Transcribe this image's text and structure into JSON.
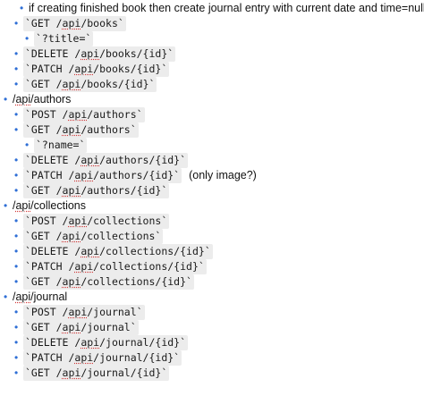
{
  "bullet_char": "•",
  "colors": {
    "bullet": "#2f6fd6",
    "code_bg": "#ececec",
    "spell_underline": "#d23a3a"
  },
  "lines": {
    "l0": {
      "text": "if creating finished book then create journal entry with current date and time=null"
    },
    "l1": {
      "code_pre": "`GET    /",
      "code_api": "api",
      "code_post": "/books`"
    },
    "l2": {
      "code": "`?title=`"
    },
    "l3": {
      "code_pre": "`DELETE /",
      "code_api": "api",
      "code_post": "/books/{id}`"
    },
    "l4": {
      "code_pre": "`PATCH  /",
      "code_api": "api",
      "code_post": "/books/{id}`"
    },
    "l5": {
      "code_pre": "`GET    /",
      "code_api": "api",
      "code_post": "/books/{id}`"
    },
    "l6": {
      "text_pre": "/",
      "text_api": "api",
      "text_post": "/authors"
    },
    "l7": {
      "code_pre": "`POST   /",
      "code_api": "api",
      "code_post": "/authors`"
    },
    "l8": {
      "code_pre": "`GET    /",
      "code_api": "api",
      "code_post": "/authors`"
    },
    "l9": {
      "code": "`?name=`"
    },
    "l10": {
      "code_pre": "`DELETE /",
      "code_api": "api",
      "code_post": "/authors/{id}`"
    },
    "l11": {
      "code_pre": "`PATCH  /",
      "code_api": "api",
      "code_post": "/authors/{id}`",
      "note": "(only image?)"
    },
    "l12": {
      "code_pre": "`GET    /",
      "code_api": "api",
      "code_post": "/authors/{id}`"
    },
    "l13": {
      "text_pre": "/",
      "text_api": "api",
      "text_post": "/collections"
    },
    "l14": {
      "code_pre": "`POST   /",
      "code_api": "api",
      "code_post": "/collections`"
    },
    "l15": {
      "code_pre": "`GET    /",
      "code_api": "api",
      "code_post": "/collections`"
    },
    "l16": {
      "code_pre": "`DELETE /",
      "code_api": "api",
      "code_post": "/collections/{id}`"
    },
    "l17": {
      "code_pre": "`PATCH  /",
      "code_api": "api",
      "code_post": "/collections/{id}`"
    },
    "l18": {
      "code_pre": "`GET    /",
      "code_api": "api",
      "code_post": "/collections/{id}`"
    },
    "l19": {
      "text_pre": "/",
      "text_api": "api",
      "text_post": "/journal"
    },
    "l20": {
      "code_pre": "`POST   /",
      "code_api": "api",
      "code_post": "/journal`"
    },
    "l21": {
      "code_pre": "`GET    /",
      "code_api": "api",
      "code_post": "/journal`"
    },
    "l22": {
      "code_pre": "`DELETE /",
      "code_api": "api",
      "code_post": "/journal/{id}`"
    },
    "l23": {
      "code_pre": "`PATCH  /",
      "code_api": "api",
      "code_post": "/journal/{id}`"
    },
    "l24": {
      "code_pre": "`GET    /",
      "code_api": "api",
      "code_post": "/journal/{id}`"
    }
  }
}
